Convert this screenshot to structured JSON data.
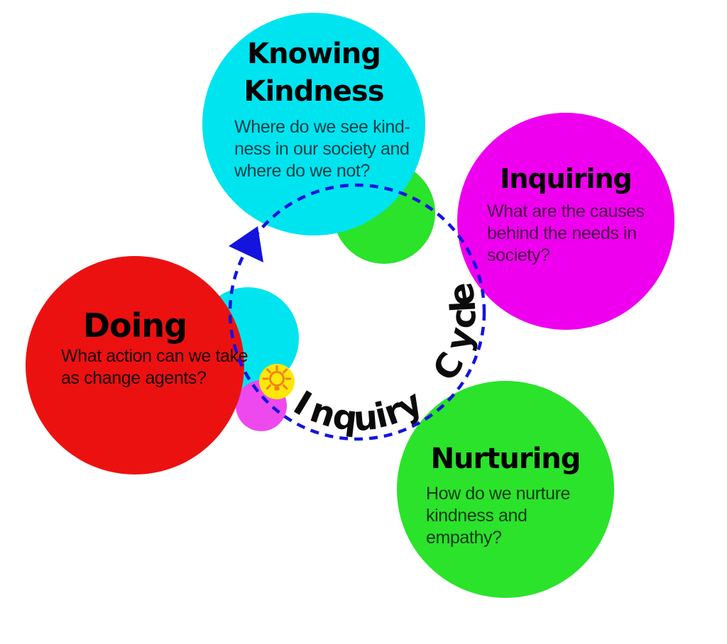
{
  "diagram_title": "Inquiry Cycle",
  "arc_label": {
    "text": "Inquiry Cycle",
    "chars": [
      {
        "ch": "I",
        "angle": 121
      },
      {
        "ch": "n",
        "angle": 108.5
      },
      {
        "ch": "q",
        "angle": 96.5
      },
      {
        "ch": "u",
        "angle": 85.5
      },
      {
        "ch": "i",
        "angle": 77
      },
      {
        "ch": "r",
        "angle": 70
      },
      {
        "ch": "y",
        "angle": 60.5
      },
      {
        "ch": " ",
        "angle": 45.5
      },
      {
        "ch": "C",
        "angle": 31
      },
      {
        "ch": "y",
        "angle": 14.5
      },
      {
        "ch": "c",
        "angle": 3.5
      },
      {
        "ch": "l",
        "angle": -3
      },
      {
        "ch": "e",
        "angle": -9.5
      }
    ]
  },
  "bubbles": {
    "knowing": {
      "heading_lines": [
        "Knowing",
        "Kindness"
      ],
      "body_lines": [
        "Where do we see kind-",
        "ness in our society and",
        "where do we not?"
      ]
    },
    "inquiring": {
      "heading_lines": [
        "Inquiring"
      ],
      "body_lines": [
        "What are the causes",
        "behind the needs in",
        "society?"
      ]
    },
    "doing": {
      "heading_lines": [
        "Doing"
      ],
      "body_lines": [
        "What action can we take",
        "as change agents?"
      ]
    },
    "nurturing": {
      "heading_lines": [
        "Nurturing"
      ],
      "body_lines": [
        "How do we nurture",
        "kindness and empathy?"
      ]
    }
  },
  "colors": {
    "cyan": "#00e4f0",
    "green": "#2be32b",
    "magenta": "#ee00ee",
    "red": "#ec1111",
    "small_magenta": "#ee49ee",
    "yellow": "#ffe70a",
    "bulb_orange": "#f08119",
    "cycle_blue": "#1414dd",
    "text_black": "#0b0b0b"
  },
  "icons": {
    "lightbulb": "lightbulb-icon",
    "arrow": "cycle-direction-arrow-icon"
  }
}
